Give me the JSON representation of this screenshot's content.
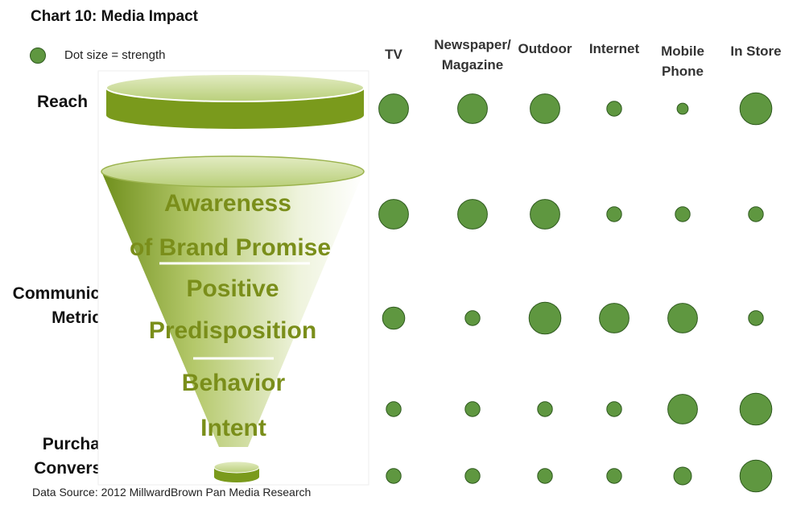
{
  "title": "Chart 10: Media Impact",
  "legend": {
    "label": "Dot size = strength"
  },
  "source": "Data Source:  2012 MillwardBrown Pan Media Research",
  "row_labels": {
    "reach": "Reach",
    "communication": [
      "Communication",
      "Metric"
    ],
    "purchase": [
      "Purchase",
      "Conversion"
    ]
  },
  "funnel": {
    "stages": [
      {
        "lines": [
          "Awareness",
          "of Brand Promise"
        ]
      },
      {
        "lines": [
          "Positive",
          "Predisposition"
        ]
      },
      {
        "lines": [
          "Behavior",
          "Intent"
        ]
      }
    ]
  },
  "colors": {
    "dot_fill": "#5f9740",
    "dot_stroke": "#2f5a1f",
    "funnel_green": "#7a9a22"
  },
  "chart_data": {
    "type": "scatter",
    "encoding": "dot size = strength",
    "columns": [
      [
        "TV"
      ],
      [
        "Newspaper/",
        "Magazine"
      ],
      [
        "Outdoor"
      ],
      [
        "Internet"
      ],
      [
        "Mobile",
        "Phone"
      ],
      [
        "In Store"
      ]
    ],
    "rows": [
      "Reach",
      "Awareness of Brand Promise",
      "Positive Predisposition",
      "Behavior Intent",
      "Purchase Conversion"
    ],
    "strength": [
      [
        4,
        4,
        4,
        2,
        1.5,
        4.3
      ],
      [
        4,
        4,
        4,
        2,
        2,
        2
      ],
      [
        3,
        2,
        4.3,
        4,
        4,
        2
      ],
      [
        2,
        2,
        2,
        2,
        4,
        4.3
      ],
      [
        2,
        2,
        2,
        2,
        2.4,
        4.3
      ]
    ]
  }
}
